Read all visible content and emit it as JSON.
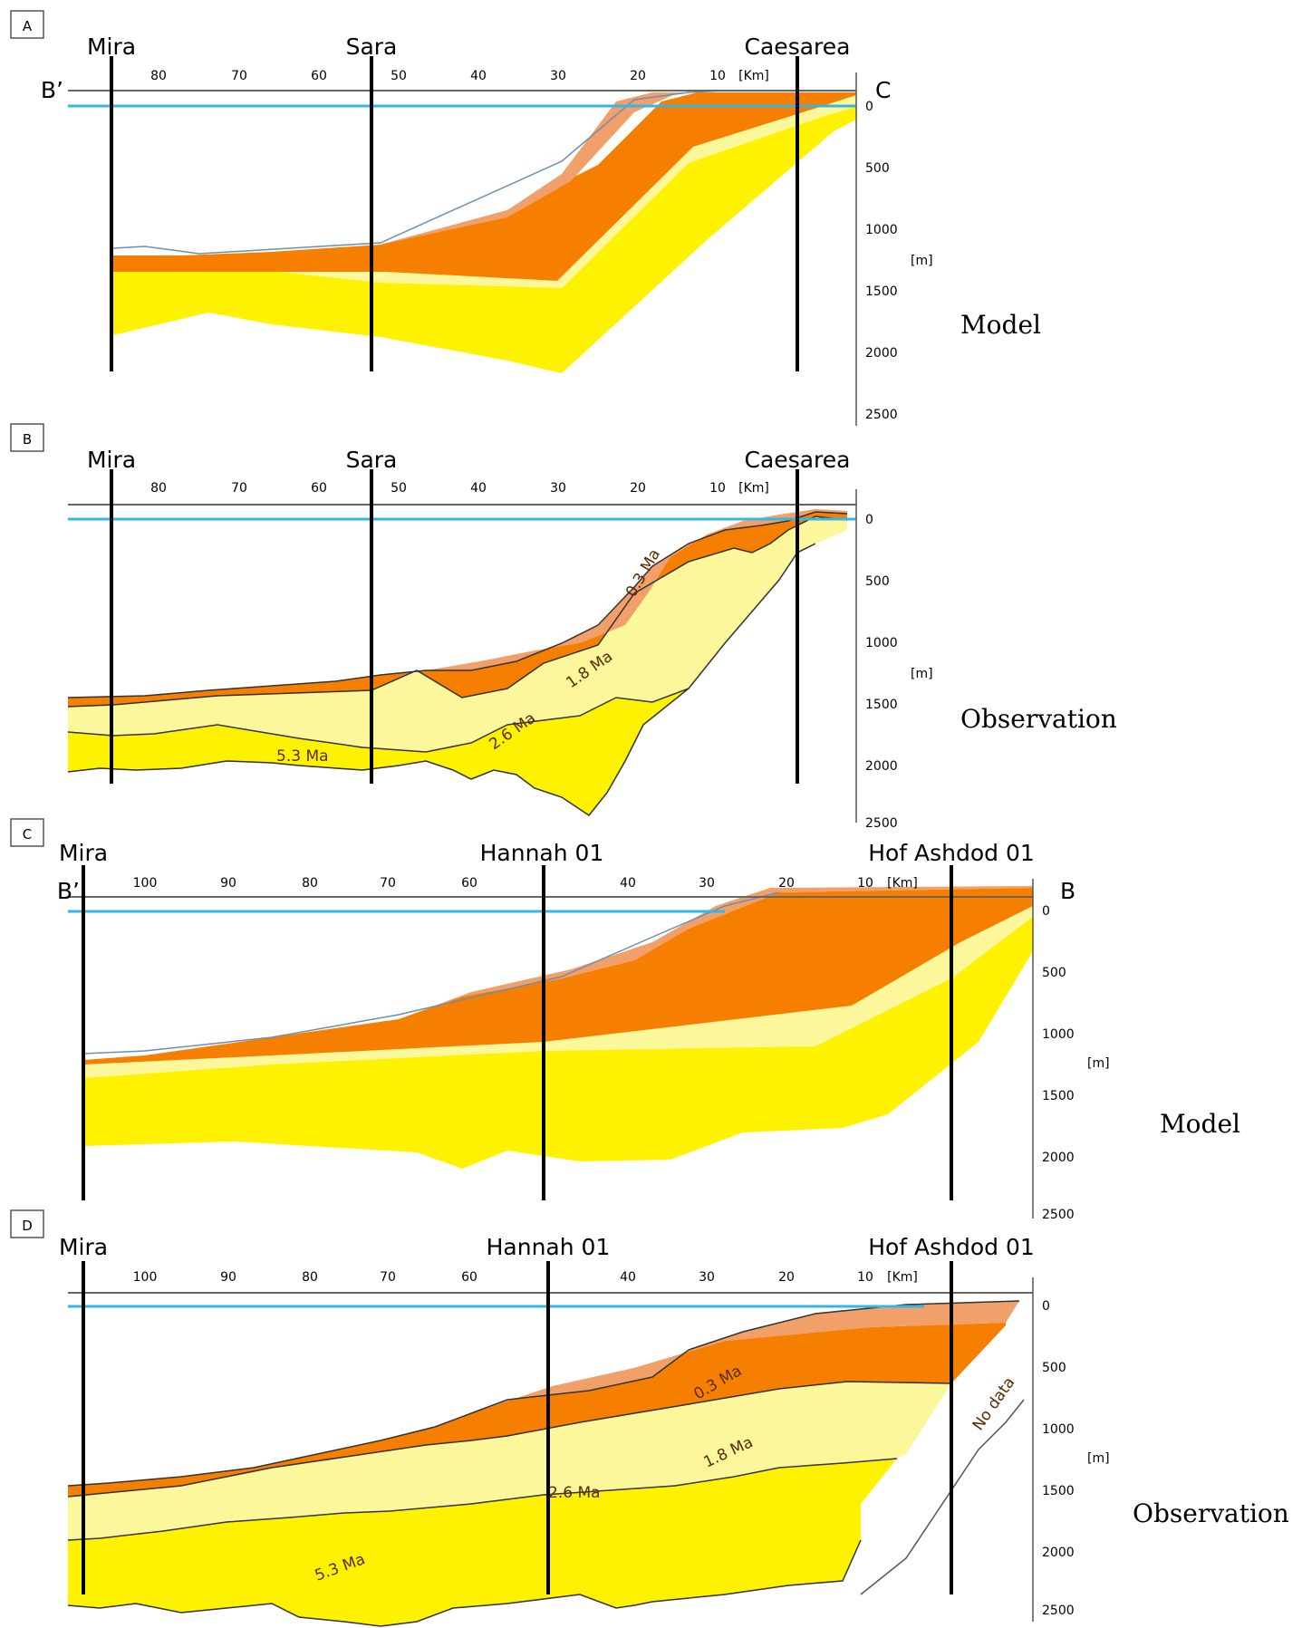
{
  "colors": {
    "light_orange": "#f2a06a",
    "orange": "#f77f00",
    "pale_yellow": "#fbf79a",
    "yellow": "#fff200",
    "sea_line": "#35b6e6",
    "well_line": "#000000"
  },
  "panels": [
    {
      "id": "A",
      "kind": "model",
      "side_label": "Model",
      "unit_x": "[Km]",
      "unit_y": "[m]",
      "wells": [
        "Mira",
        "Sara",
        "Caesarea"
      ],
      "end_labels": [
        "B’",
        "C"
      ],
      "x_ticks": [
        "80",
        "70",
        "60",
        "50",
        "40",
        "30",
        "20",
        "10"
      ],
      "y_ticks": [
        "0",
        "500",
        "1000",
        "1500",
        "2000",
        "2500"
      ],
      "age_labels": []
    },
    {
      "id": "B",
      "kind": "observation",
      "side_label": "Observation",
      "unit_x": "[Km]",
      "unit_y": "[m]",
      "wells": [
        "Mira",
        "Sara",
        "Caesarea"
      ],
      "end_labels": [],
      "x_ticks": [
        "80",
        "70",
        "60",
        "50",
        "40",
        "30",
        "20",
        "10"
      ],
      "y_ticks": [
        "0",
        "500",
        "1000",
        "1500",
        "2000",
        "2500"
      ],
      "age_labels": [
        "0.3 Ma",
        "1.8 Ma",
        "2.6 Ma",
        "5.3 Ma"
      ]
    },
    {
      "id": "C",
      "kind": "model",
      "side_label": "Model",
      "unit_x": "[Km]",
      "unit_y": "[m]",
      "wells": [
        "Mira",
        "Hannah 01",
        "Hof Ashdod 01"
      ],
      "end_labels": [
        "B’",
        "B"
      ],
      "x_ticks": [
        "100",
        "90",
        "80",
        "70",
        "60",
        "40",
        "30",
        "20",
        "10"
      ],
      "y_ticks": [
        "0",
        "500",
        "1000",
        "1500",
        "2000",
        "2500"
      ],
      "age_labels": []
    },
    {
      "id": "D",
      "kind": "observation",
      "side_label": "Observation",
      "unit_x": "[Km]",
      "unit_y": "[m]",
      "wells": [
        "Mira",
        "Hannah 01",
        "Hof Ashdod 01"
      ],
      "end_labels": [],
      "x_ticks": [
        "100",
        "90",
        "80",
        "70",
        "60",
        "40",
        "30",
        "20",
        "10"
      ],
      "y_ticks": [
        "0",
        "500",
        "1000",
        "1500",
        "2000",
        "2500"
      ],
      "age_labels": [
        "0.3 Ma",
        "1.8 Ma",
        "2.6 Ma",
        "5.3 Ma"
      ],
      "note": "No data"
    }
  ]
}
